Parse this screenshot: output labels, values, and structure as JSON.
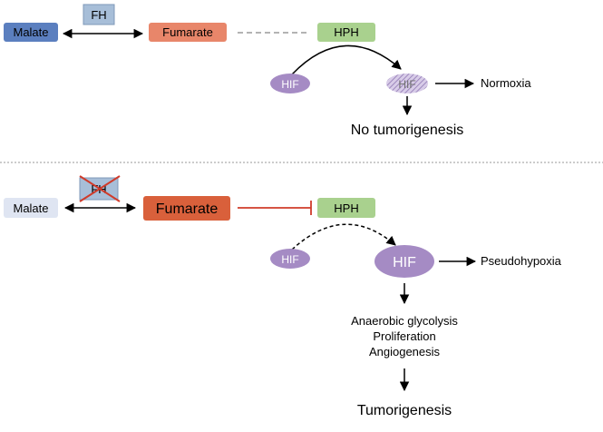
{
  "colors": {
    "malate_top": "#5b7fbf",
    "fh_box": "#a7bed8",
    "fumarate_top": "#e8866a",
    "hph": "#a9d18e",
    "hif": "#a58bc4",
    "hif_hatched": "#c6b7dc",
    "malate_bottom": "#dfe5f2",
    "fumarate_bottom": "#d9603b",
    "inhibit": "#d03b2a",
    "dashed_link": "#9a9a9a",
    "divider": "#9a9a9a"
  },
  "top": {
    "malate": "Malate",
    "fh": "FH",
    "fumarate": "Fumarate",
    "hph": "HPH",
    "hif_left": "HIF",
    "hif_right": "HIF",
    "normoxia": "Normoxia",
    "outcome": "No tumorigenesis"
  },
  "bottom": {
    "malate": "Malate",
    "fh": "FH",
    "fumarate": "Fumarate",
    "hph": "HPH",
    "hif_small": "HIF",
    "hif_large": "HIF",
    "pseudohypoxia": "Pseudohypoxia",
    "effects": [
      "Anaerobic glycolysis",
      "Proliferation",
      "Angiogenesis"
    ],
    "outcome": "Tumorigenesis"
  }
}
